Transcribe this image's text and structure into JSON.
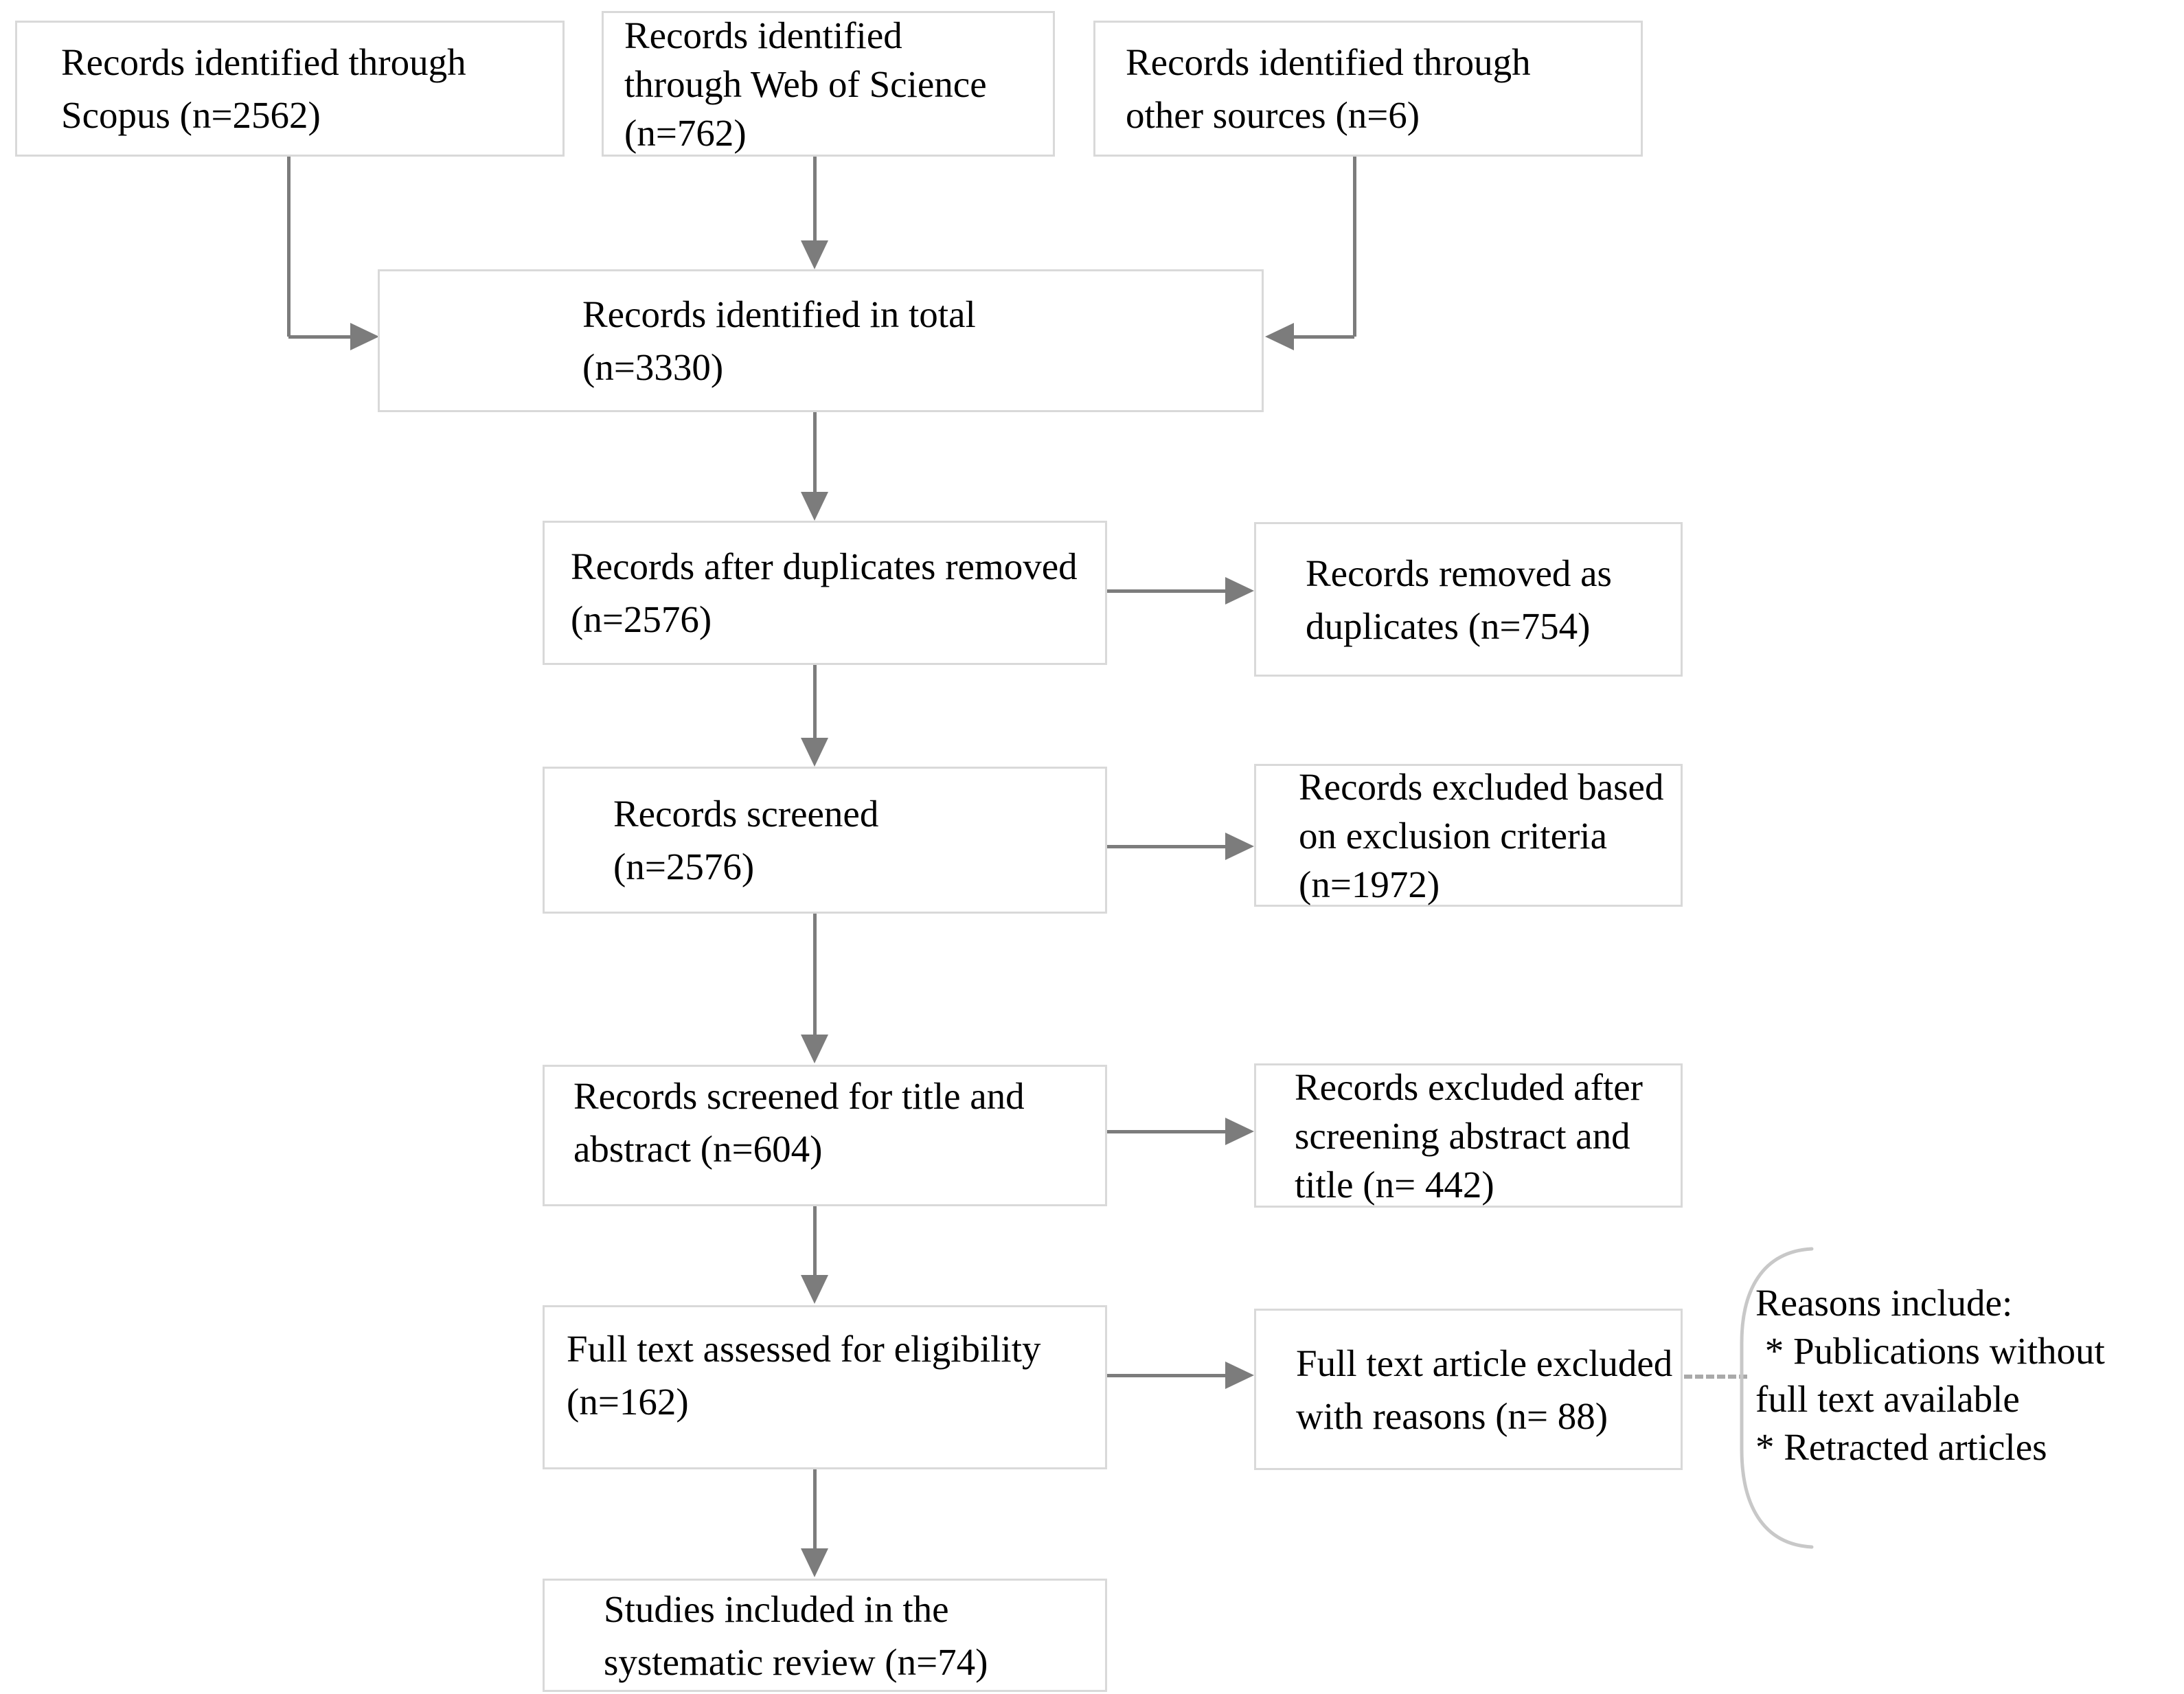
{
  "diagram": {
    "boxes": {
      "scopus": {
        "lines": [
          "Records identified through",
          "Scopus (n=2562)"
        ]
      },
      "web_of_science": {
        "lines": [
          "Records identified",
          "through Web of Science",
          "(n=762)"
        ]
      },
      "other_sources": {
        "lines": [
          "Records identified through",
          "other sources (n=6)"
        ]
      },
      "total": {
        "lines": [
          "Records identified in total",
          "(n=3330)"
        ]
      },
      "after_duplicates": {
        "lines": [
          "Records after duplicates removed",
          "(n=2576)"
        ]
      },
      "removed_duplicates": {
        "lines": [
          "Records removed as",
          "duplicates (n=754)"
        ]
      },
      "screened": {
        "lines": [
          "Records screened",
          "(n=2576)"
        ]
      },
      "excluded_criteria": {
        "lines": [
          "Records excluded based",
          "on exclusion criteria",
          "(n=1972)"
        ]
      },
      "title_abstract": {
        "lines": [
          "Records screened for title and",
          "abstract (n=604)"
        ]
      },
      "excluded_title_abstract": {
        "lines": [
          "Records excluded after",
          "screening abstract and",
          "title (n= 442)"
        ]
      },
      "full_text": {
        "lines": [
          "Full text assessed for eligibility",
          "(n=162)"
        ]
      },
      "full_text_excluded": {
        "lines": [
          "Full text article excluded",
          "with reasons (n= 88)"
        ]
      },
      "included": {
        "lines": [
          "Studies included in the",
          "systematic review (n=74)"
        ]
      }
    },
    "callout": {
      "lines": [
        "Reasons include:",
        " * Publications without",
        "full text available",
        "* Retracted articles"
      ]
    }
  },
  "colors": {
    "background": "#ffffff",
    "text": "#000000",
    "box-border": "#d9d9d9",
    "arrow": "#7c7c7c",
    "dash": "#a9a9a9",
    "bracket": "#c8c8c8"
  }
}
